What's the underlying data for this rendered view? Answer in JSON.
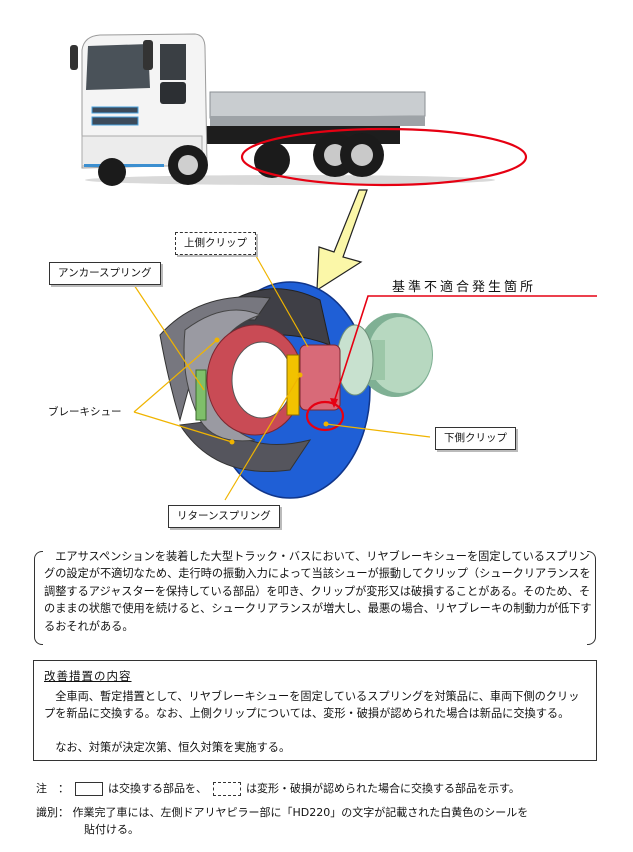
{
  "illustration": {
    "truck_image": "fuso-heavy-duty-truck",
    "callout_title": "基準不適合発生箇所",
    "labels": {
      "upper_clip": "上側クリップ",
      "anchor_spring": "アンカースプリング",
      "brake_shoe": "ブレーキシュー",
      "lower_clip": "下側クリップ",
      "return_spring": "リターンスプリング"
    },
    "colors": {
      "highlight_red": "#e60012",
      "leader_yellow": "#f0b400",
      "arrow_fill": "#fbf7a8",
      "backing_plate_blue": "#1f5fd6",
      "hub_red": "#c94b55",
      "chamber_green": "#9cc7a8"
    }
  },
  "description": {
    "text": "エアサスペンションを装着した大型トラック・バスにおいて、リヤブレーキシューを固定しているスプリングの設定が不適切なため、走行時の振動入力によって当該シューが振動してクリップ（シュークリアランスを調整するアジャスターを保持している部品）を叩き、クリップが変形又は破損することがある。そのため、そのままの状態で使用を続けると、シュークリアランスが増大し、最悪の場合、リヤブレーキの制動力が低下するおそれがある。"
  },
  "remedy": {
    "title": "改善措置の内容",
    "paragraphs": [
      "全車両、暫定措置として、リヤブレーキシューを固定しているスプリングを対策品に、車両下側のクリップを新品に交換する。なお、上側クリップについては、変形・破損が認められた場合は新品に交換する。",
      "なお、対策が決定次第、恒久対策を実施する。"
    ]
  },
  "notes": {
    "note_label": "注　：",
    "note_solid_text": "は交換する部品を、",
    "note_dashed_text": "は変形・破損が認められた場合に交換する部品を示す。",
    "id_label": "識別：",
    "id_text_line1": "作業完了車には、左側ドアリヤピラー部に「HD220」の文字が記載された白黄色のシールを",
    "id_text_line2": "貼付ける。"
  }
}
